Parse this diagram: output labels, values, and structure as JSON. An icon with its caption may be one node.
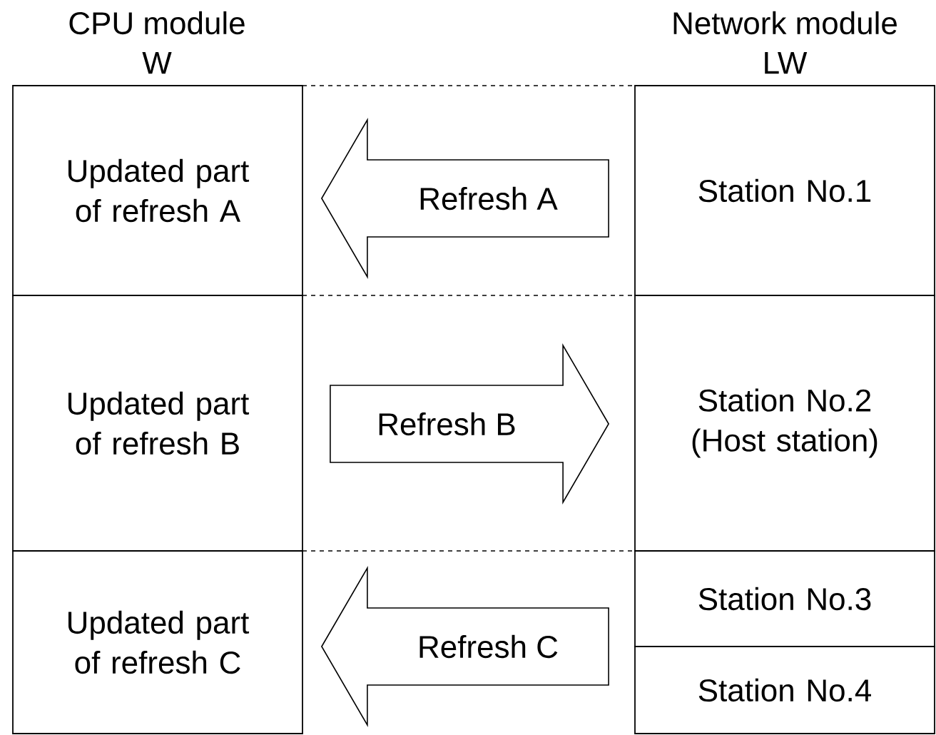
{
  "diagram": {
    "nodes": [
      {
        "text": [
          "Updated part of refresh A"
        ]
      },
      {
        "text": [
          "Station No.1"
        ]
      },
      {
        "text": [
          "Updated part of refresh B"
        ]
      },
      {
        "text": [
          "Station No.2 (Host station)"
        ]
      },
      {
        "text": [
          "Updated part of refresh C"
        ]
      },
      {
        "text": [
          "Station No.3"
        ]
      },
      {
        "text": [
          "Station No.4"
        ]
      }
    ],
    "edges": [
      {
        "from": 1,
        "to": 0,
        "arrow": "to",
        "label": "Refresh A"
      },
      {
        "from": 2,
        "to": 3,
        "arrow": "to",
        "label": "Refresh B"
      },
      {
        "from": 5,
        "to": 4,
        "arrow": "to",
        "label": "Refresh C"
      },
      {
        "from": 6,
        "to": 4,
        "arrow": "to"
      }
    ],
    "labels": [
      "CPU module",
      "W",
      "Network module",
      "LW"
    ]
  }
}
